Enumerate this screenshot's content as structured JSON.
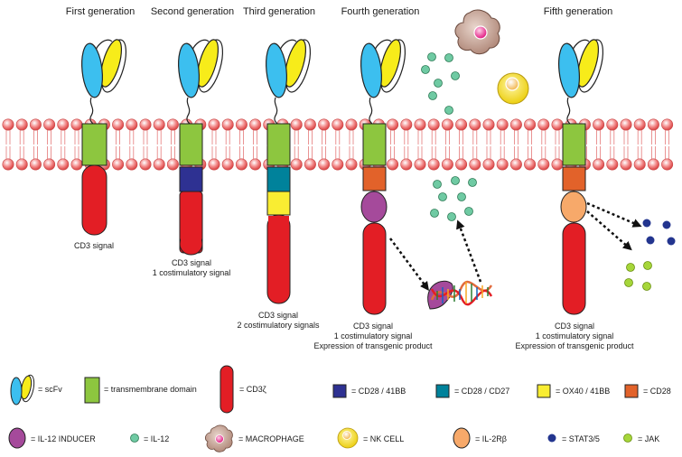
{
  "generations": [
    {
      "title": "First generation",
      "caption": [
        "CD3 signal"
      ]
    },
    {
      "title": "Second generation",
      "caption": [
        "CD3 signal",
        "1 costimulatory signal"
      ]
    },
    {
      "title": "Third generation",
      "caption": [
        "CD3 signal",
        "2 costimulatory signals"
      ]
    },
    {
      "title": "Fourth generation",
      "caption": [
        "CD3 signal",
        "1 costimulatory signal",
        "Expression of transgenic product"
      ]
    },
    {
      "title": "Fifth generation",
      "caption": [
        "CD3 signal",
        "1 costimulatory signal",
        "Expression of transgenic product"
      ]
    }
  ],
  "legend": {
    "scfv": "= scFv",
    "transmembrane": "= transmembrane domain",
    "cd3z": "= CD3ζ",
    "cd28_41bb": "= CD28 / 41BB",
    "cd28_cd27": "= CD28 / CD27",
    "ox40_41bb": "= OX40 / 41BB",
    "cd28": "= CD28",
    "il12_inducer": "= IL-12 INDUCER",
    "il12": "= IL-12",
    "macrophage": "= MACROPHAGE",
    "nk_cell": "= NK CELL",
    "il2rb": "= IL-2Rβ",
    "stat35": "= STAT3/5",
    "jak": "= JAK"
  },
  "colors": {
    "scfv_blue": "#3cbfef",
    "scfv_yellow": "#f7ec1a",
    "transmembrane": "#8dc63f",
    "cd3z": "#e31e25",
    "cd28_41bb": "#2e3192",
    "cd28_cd27": "#00829b",
    "ox40_41bb": "#f9ed32",
    "cd28": "#e2622a",
    "il12_inducer": "#a54a9b",
    "il12": "#6fcaa3",
    "macrophage": "#c9a898",
    "nk_cell": "#f5e02a",
    "il2rb": "#f7a96a",
    "stat35": "#23358f",
    "jak": "#a6d63a",
    "membrane_head": "#f07070"
  }
}
